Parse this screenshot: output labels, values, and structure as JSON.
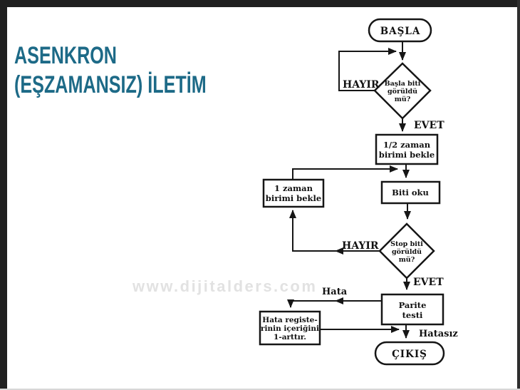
{
  "slide": {
    "title_line1": "ASENKRON",
    "title_line2": "(EŞZAMANSIZ) İLETİM",
    "watermark": "www.dijitalders.com",
    "colors": {
      "title_accent": "#1d6a87",
      "flowchart_ink": "#161616",
      "watermark_gray": "#e2e2e2",
      "frame_black": "#202020"
    }
  },
  "flowchart": {
    "start_label": "BAŞLA",
    "end_label": "ÇIKIŞ",
    "decision_start_bit": {
      "line1": "Başla biti",
      "line2": "görüldü",
      "line3": "mü?"
    },
    "decision_stop_bit": {
      "line1": "Stop biti",
      "line2": "görüldü",
      "line3": "mü?"
    },
    "box_half_time": {
      "line1": "1/2 zaman",
      "line2": "birimi bekle"
    },
    "box_read_bit": {
      "line1": "Biti oku"
    },
    "box_one_time": {
      "line1": "1 zaman",
      "line2": "birimi bekle"
    },
    "box_parity": {
      "line1": "Parite",
      "line2": "testi"
    },
    "box_error_register": {
      "line1": "Hata registe-",
      "line2": "rinin içeriğini",
      "line3": "1-arttır."
    },
    "labels": {
      "no_start": "HAYIR",
      "yes_start": "EVET",
      "no_stop": "HAYIR",
      "yes_stop": "EVET",
      "error": "Hata",
      "no_error": "Hatasız"
    }
  }
}
